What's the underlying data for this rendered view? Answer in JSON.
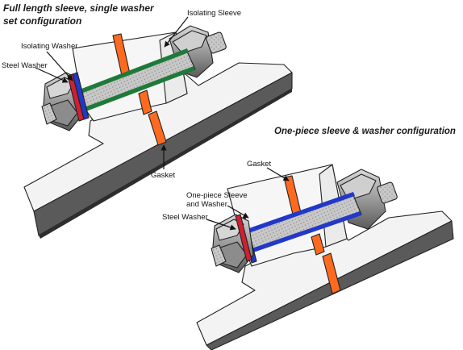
{
  "diagram_top": {
    "title_line1": "Full length sleeve, single washer",
    "title_line2": "set configuration",
    "label_isolating_sleeve": "Isolating Sleeve",
    "label_isolating_washer": "Isolating Washer",
    "label_steel_washer": "Steel Washer",
    "label_gasket": "Gasket"
  },
  "diagram_bottom": {
    "title": "One-piece sleeve & washer configuration",
    "label_gasket": "Gasket",
    "label_sleeve_line1": "One-piece Sleeve",
    "label_sleeve_line2": "and Washer",
    "label_steel_washer": "Steel Washer"
  },
  "colors": {
    "gasket": "#ff6a1f",
    "isolating_sleeve": "#1f7a3a",
    "isolating_washer": "#2238c8",
    "steel_washer": "#d02030",
    "flange_face": "#f2f2f2",
    "flange_edge": "#555555",
    "bolt": "#b8b8b8"
  }
}
